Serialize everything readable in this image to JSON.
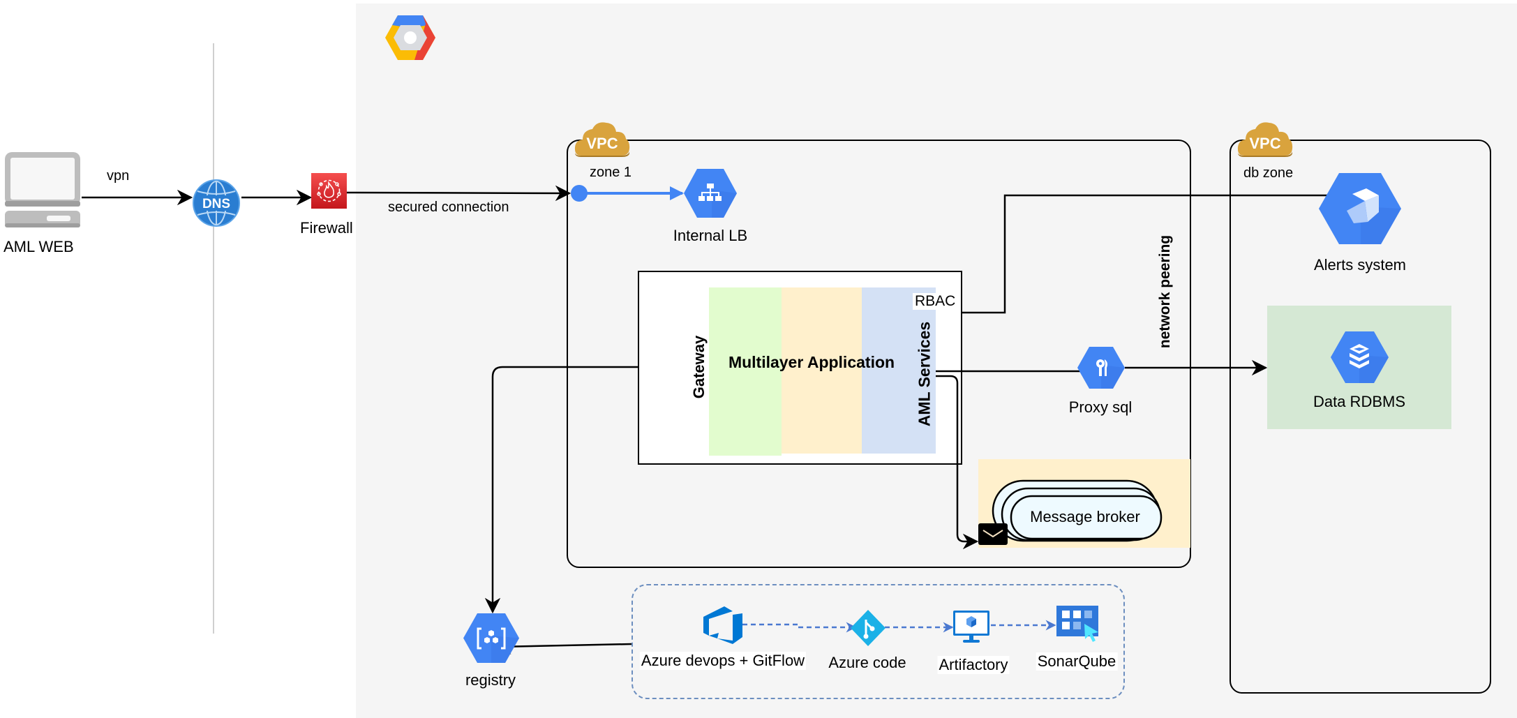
{
  "nodes": {
    "client": {
      "label": "AML WEB",
      "icon": "laptop-icon"
    },
    "dns": {
      "label": "DNS",
      "icon": "dns-globe-icon"
    },
    "firewall": {
      "label": "Firewall",
      "icon": "firewall-icon"
    },
    "gcp": {
      "icon": "google-cloud-logo"
    },
    "internal_lb": {
      "label": "Internal LB",
      "icon": "load-balancer-icon"
    },
    "app": {
      "title": "Multilayer Application",
      "gateway": "Gateway",
      "services": "AML Services",
      "rbac": "RBAC"
    },
    "proxy": {
      "label": "Proxy sql",
      "icon": "proxy-key-icon"
    },
    "broker": {
      "label": "Message broker",
      "icon": "envelope-icon"
    },
    "alerts": {
      "label": "Alerts system",
      "icon": "cube-icon"
    },
    "rdbms": {
      "label": "Data RDBMS",
      "icon": "database-stack-icon"
    },
    "registry": {
      "label": "registry",
      "icon": "container-registry-icon"
    },
    "devops": {
      "label": "Azure devops + GitFlow",
      "icon": "azure-devops-icon"
    },
    "azure_code": {
      "label": "Azure code",
      "icon": "git-diamond-icon"
    },
    "artifactory": {
      "label": "Artifactory",
      "icon": "monitor-cube-icon"
    },
    "sonarqube": {
      "label": "SonarQube",
      "icon": "dashboard-cursor-icon"
    }
  },
  "zones": {
    "vpc_badge": "VPC",
    "zone1": "zone 1",
    "dbzone": "db zone"
  },
  "edges": {
    "vpn": "vpn",
    "secured": "secured connection",
    "peering": "network peering"
  },
  "colors": {
    "gcp_blue": "#4285f4",
    "gcp_blue_dark": "#3b78e7",
    "vpc_gold": "#d9a33d",
    "firewall_red": "#e0282e",
    "azure_blue": "#0078d4",
    "azure_cyan": "#1bb1e7",
    "dns_blue": "#2a7dd1",
    "strip_green": "#e2fcce",
    "strip_yellow": "#fff0cc",
    "strip_blue": "#d4e1f5",
    "db_green": "#d5e8d4",
    "dashed_blue": "#6c8ebf"
  }
}
